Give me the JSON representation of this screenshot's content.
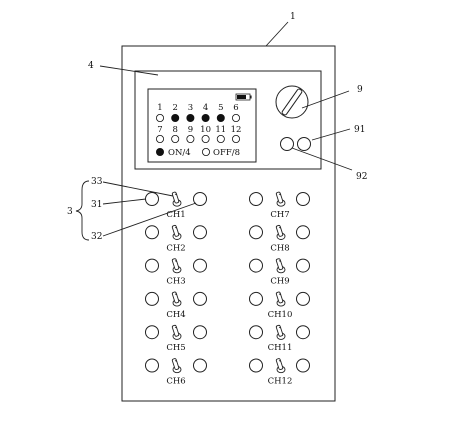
{
  "reference_numerals": {
    "device": "1",
    "display_panel": "4",
    "knob": "9",
    "button_91": "91",
    "button_92": "92",
    "channel_group": "3",
    "switch_33": "33",
    "led_31": "31",
    "led_32": "32"
  },
  "screen": {
    "row1_numbers": [
      "1",
      "2",
      "3",
      "4",
      "5",
      "6"
    ],
    "row1_states": [
      "off",
      "on",
      "on",
      "on",
      "on",
      "off"
    ],
    "row2_numbers": [
      "7",
      "8",
      "9",
      "10",
      "11",
      "12"
    ],
    "row2_states": [
      "off",
      "off",
      "off",
      "off",
      "off",
      "off"
    ],
    "legend_on": "ON/4",
    "legend_off": "OFF/8"
  },
  "channels_left": [
    "CH1",
    "CH2",
    "CH3",
    "CH4",
    "CH5",
    "CH6"
  ],
  "channels_right": [
    "CH7",
    "CH8",
    "CH9",
    "CH10",
    "CH11",
    "CH12"
  ]
}
